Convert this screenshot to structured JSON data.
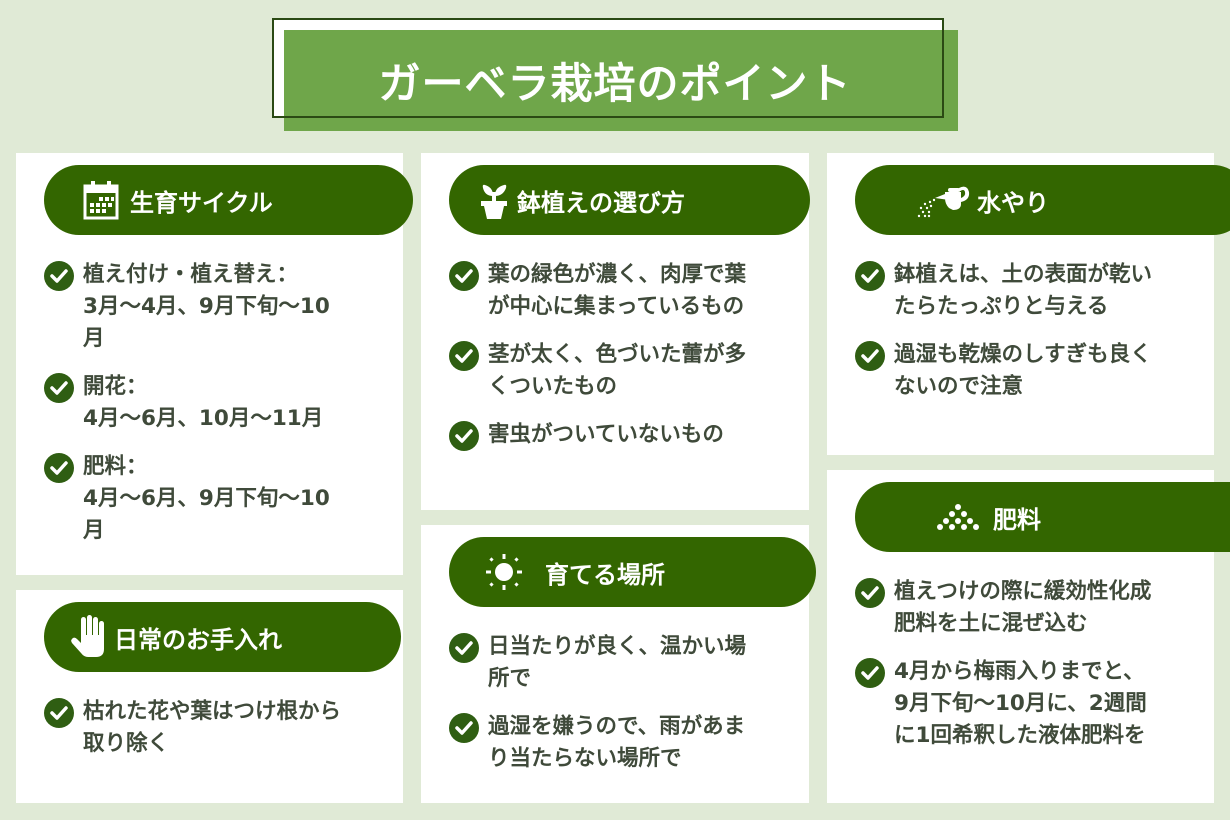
{
  "title": "ガーベラ栽培のポイント",
  "colors": {
    "background": "#e0ead6",
    "title_fill": "#6fa64a",
    "title_border": "#2b4a14",
    "pill": "#336600",
    "check": "#2f5e12",
    "text": "#3f4a3a"
  },
  "cards": [
    {
      "heading": "生育サイクル",
      "icon": "calendar-icon",
      "items": [
        "植え付け・植え替え：\n3月〜4月、9月下旬〜10\n月",
        "開花：\n4月〜6月、10月〜11月",
        "肥料：\n4月〜6月、9月下旬〜10\n月"
      ]
    },
    {
      "heading": "日常のお手入れ",
      "icon": "hand-icon",
      "items": [
        "枯れた花や葉はつけ根から\n取り除く"
      ]
    },
    {
      "heading": "鉢植えの選び方",
      "icon": "potted-sprout-icon",
      "items": [
        "葉の緑色が濃く、肉厚で葉\nが中心に集まっているもの",
        "茎が太く、色づいた蕾が多\nくついたもの",
        "害虫がついていないもの"
      ]
    },
    {
      "heading": "育てる場所",
      "icon": "sun-icon",
      "items": [
        "日当たりが良く、温かい場\n所で",
        "過湿を嫌うので、雨があま\nり当たらない場所で"
      ]
    },
    {
      "heading": "水やり",
      "icon": "watering-can-icon",
      "items": [
        "鉢植えは、土の表面が乾い\nたらたっぷりと与える",
        "過湿も乾燥のしすぎも良く\nないので注意"
      ]
    },
    {
      "heading": "肥料",
      "icon": "fertilizer-granules-icon",
      "items": [
        "植えつけの際に緩効性化成\n肥料を土に混ぜ込む",
        "4月から梅雨入りまでと、\n9月下旬〜10月に、2週間\nに1回希釈した液体肥料を"
      ]
    }
  ]
}
